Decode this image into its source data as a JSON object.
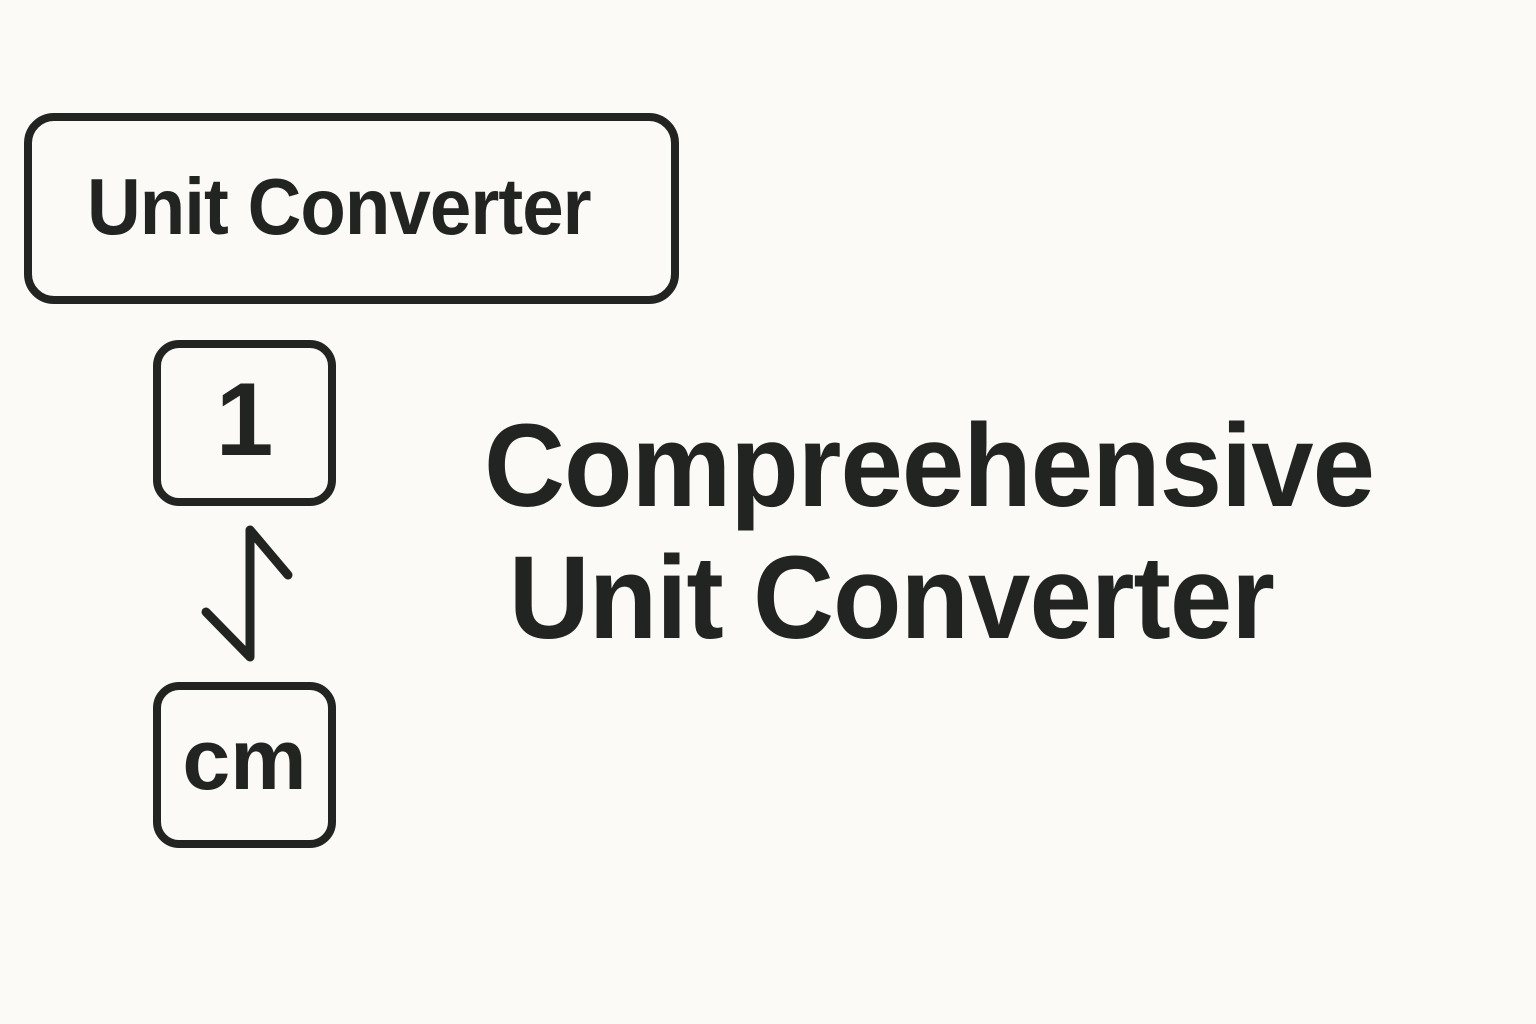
{
  "app": {
    "title": "Unit Converter"
  },
  "converter": {
    "input_value": "1",
    "unit": "cm",
    "swap_icon": "swap-arrows-icon"
  },
  "headline": {
    "line1": "Compreehensive",
    "line2": "Unit Converter"
  },
  "colors": {
    "background": "#fbfaf6",
    "ink": "#222422"
  }
}
